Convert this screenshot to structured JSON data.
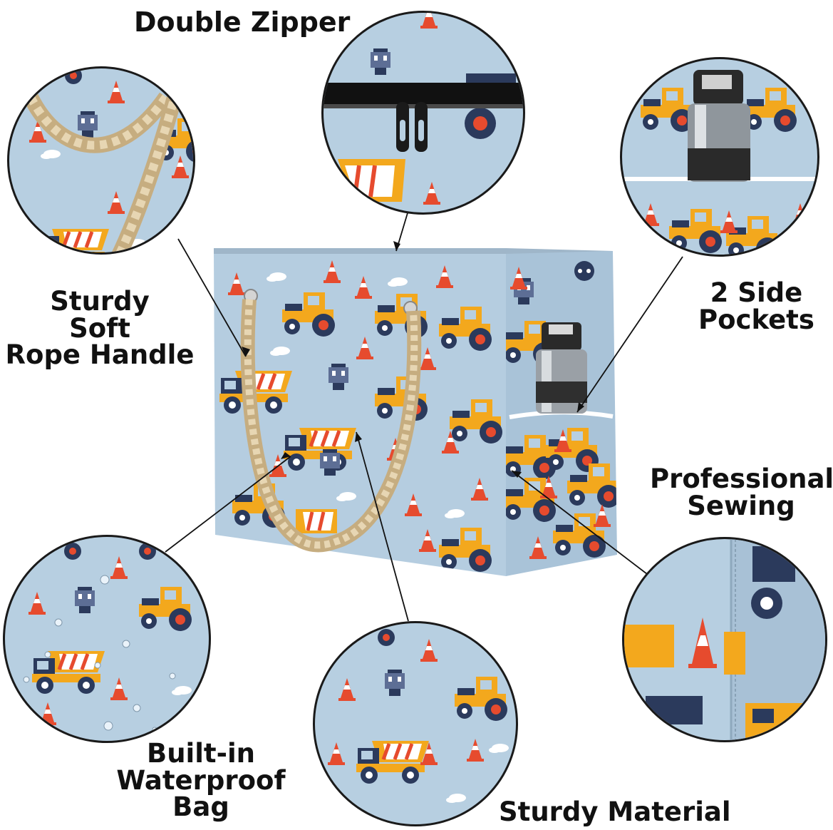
{
  "features": {
    "double_zipper": "Double Zipper",
    "side_pockets_line1": "2 Side",
    "side_pockets_line2": "Pockets",
    "rope_line1": "Sturdy",
    "rope_line2": "Soft",
    "rope_line3": "Rope Handle",
    "sewing_line1": "Professional",
    "sewing_line2": "Sewing",
    "waterproof_line1": "Built-in",
    "waterproof_line2": "Waterproof",
    "waterproof_line3": "Bag",
    "material": "Sturdy Material"
  },
  "colors": {
    "fabric": "#b7cfe1",
    "truck_yellow": "#f3a81d",
    "truck_navy": "#2b3a5c",
    "cone_red": "#e64b2e",
    "rope": "#d8c29a"
  }
}
